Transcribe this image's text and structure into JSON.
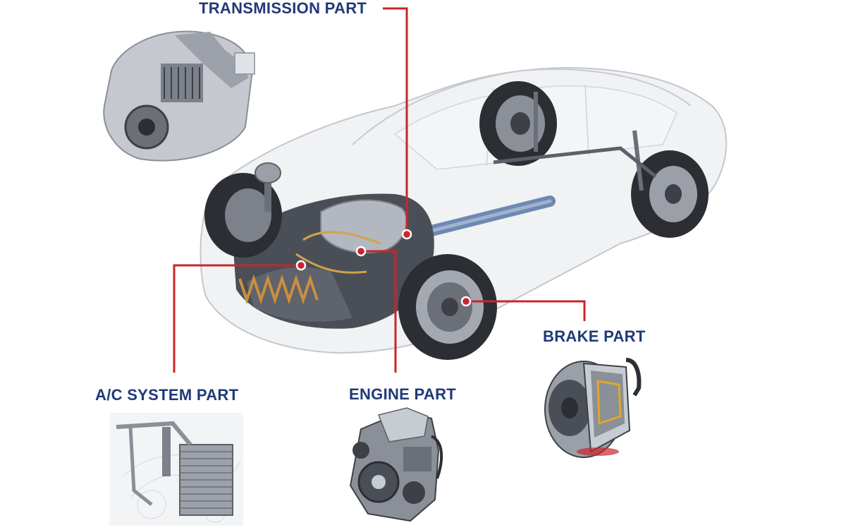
{
  "colors": {
    "label_text": "#1f3a78",
    "leader_line": "#c8252c",
    "marker_fill": "#c8252c",
    "marker_ring": "#ffffff",
    "car_outline": "#b9bec6",
    "car_body_fill": "#eef0f3",
    "engine_dark": "#4a4f57",
    "chassis_blue": "#6e88b0",
    "tire": "#2c2e33"
  },
  "callouts": {
    "transmission": {
      "label": "TRANSMISSION PART",
      "image_icon": "transmission-gearbox"
    },
    "brake": {
      "label": "BRAKE PART",
      "image_icon": "disc-brake-caliper"
    },
    "ac_system": {
      "label": "A/C SYSTEM PART",
      "image_icon": "ac-condenser"
    },
    "engine": {
      "label": "ENGINE PART",
      "image_icon": "engine-block"
    }
  },
  "main_image_icon": "car-cutaway"
}
